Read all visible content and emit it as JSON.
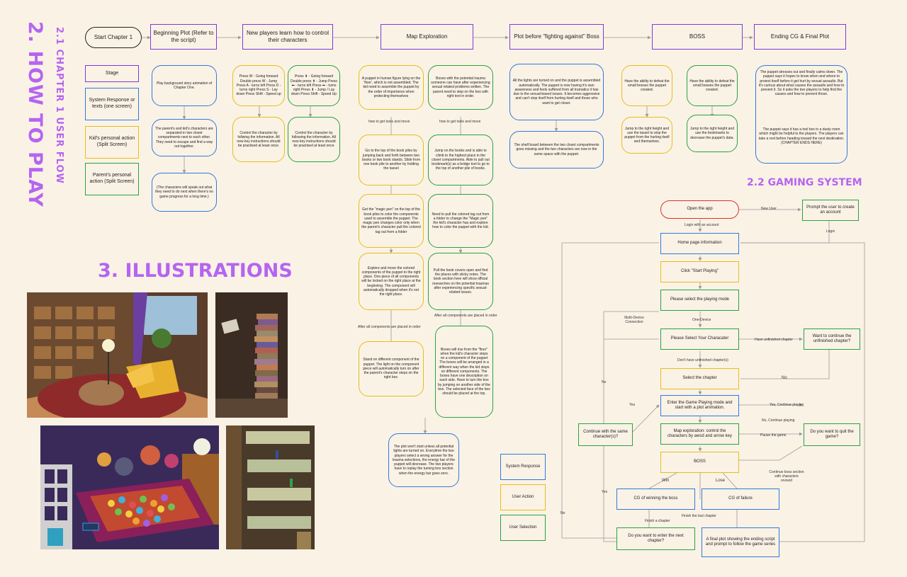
{
  "titles": {
    "how_to_play": "2. HOW TO PLAY",
    "user_flow": "2.1 CHAPTER 1 USER FLOW",
    "gaming_system": "2.2 GAMING SYSTEM",
    "illustrations": "3. ILLUSTRATIONS"
  },
  "legend": {
    "stage": "Stage",
    "system": "System Response or texts (one screen)",
    "kid": "Kid's personal action (Split Screen)",
    "parent": "Parent's personal action (Split Screen)"
  },
  "headers": {
    "start": "Start Chapter 1",
    "beginning": "Beginning Plot (Refer to the script)",
    "learn": "New players learn how to control their characters",
    "map": "Map Exploration",
    "plot_boss": "Plot before \"fighting against\" Boss",
    "boss": "BOSS",
    "ending": "Ending CG & Final Plot"
  },
  "flow": {
    "b1": "Play background story animation of Chapter One.",
    "b2": "The parent's and kid's characters are separated in two closet compartments next to each other. They need to escape and find a way out together.",
    "b3": "(The characters will speak out what they need to do next when there's no game progress for a long time.)",
    "l1": "Press W - Going forward Double press W - Jump Press A - turns left Press D - turns right Press S - Lay down Press Shift - Speed up",
    "l2": "Press ⬆ - Going forward Double press ⬆ - Jump Press ⬅ - turns left Press ➡ - turns right Press ⬇ - Jump / Lay down Press Shift - Speed Up",
    "l3": "Control the character by follwing the information. All new key instructions should be practised at least once.",
    "l4": "Control the character by following the information. All new key instructions should be practised at least once",
    "m1": "A puppet in human figure lying on the 'floor', which is not assembled. The kid need to assemble the puppet by the order of importance when protecting themselves",
    "m2": "Boxes with the potential trauma someone can have after experiencing sexual related problems written. The parent need to step on the box with right text in order.",
    "how1": "how to get tools and move",
    "how2": "how to get tools and move",
    "m3": "Go to the top of the book piles by jumping back and forth between two books or two book stands. Slide from one book pile to another by holding the tassel",
    "m4": "Jump on the books and is able to climb to the highest place in the closet compartments. Able to pull out bookmark(s) as a bridge tool to go to the top of another pile of books.",
    "m5": "Get the \"magic pen\" on the top of the book piles to color the components used to assemble the puppet. The magic pen changes color only when the parent's character pull the colored tag out from a folder",
    "m6": "Need to pull the colored tag out from a folder to change the \"Magic pen\" the kid's character has and explore how to color the puppet with the kid.",
    "m7": "Explore and move the colored components of the puppet to the right place. One piece of all components will be locked on the right place at the beginning. The component will automatically dropped when it's not the right place.",
    "m8": "Pull the book covers open and find the places with sticky notes. The book section here will show official researches on the potential traumas after experiencing specific sexual-related issues.",
    "after1": "After all components are placed in order",
    "after2": "After all components are placed in order",
    "m9": "Stand on different component of the puppet. The light on the component piece will automatically turn on after the parent's character steps on the right box.",
    "m10": "Boxes will rise from the \"floor\" when the kid's character steps on a component of the puppet The boxes will be arranged in a different way when the kid stops on different components. The boxes have one description on each side. Have to turn the box by jumping on another side of the box. The selected face of the box should be placed at the top.",
    "m11": "The plot won't start unless all potential lights are turned on. Everytime the two players select a wrong answer for the trauma selections, the energy bar of the puppet will decrease. The two players have to replay the turning box section when the energy bar goes zero.",
    "p1": "All the lights are turned on and the puppet is assembled automatically. The puppet is now having it's own awareness and feels suffered from all tramatics it has due to the sexual-based issues. It becomes aggressive and can't stop itself from hurting itself and those who want to get closer.",
    "p2": "The shelf board between the two closet compartments goes missing and the two characters are now in the same space with the puppet.",
    "bo1": "Have the ability to defeat the small bosses the puppet created.",
    "bo2": "Have the ability to defeat the small bosses the puppet created.",
    "bo3": "Jump to the right height and use the tassel to stop the puppet from the hurting itself and themselves.",
    "bo4": "Jump to the right height and use the bookmarks to decrease the puppet's data.",
    "e1": "The puppet stresses out and finally calms down. The puppet says it hopes to know when and where to protect itself before it get hurt by sexual assaults. But it's curious about what causes the assaults and how to prevent it. So it asks the two players to help find the causes and how to prevent those.",
    "e2": "The puppet says it has a tool box in a dusty room which might be helpful to the players. The players can take a rest before heading toward the next destination. (CHAPTER ENDS HERE)"
  },
  "gaming": {
    "open": "Open the app",
    "new_user": "New User",
    "prompt": "Prompt the user to create an account",
    "login_acc": "Login with an account",
    "login": "Login",
    "home": "Home page information",
    "start": "Click \"Start Playing\"",
    "mode": "Please select the playing mode",
    "multi": "Multi-Device Connection",
    "one": "One-Device",
    "character": "Please Select Your Characater",
    "have_unfinished": "Have unfinished chapter",
    "want_continue": "Want to continue the unfinished chapter?",
    "dont_have": "Don't have unfinished chapter(s)",
    "select_chapter": "Select the chapter",
    "no1": "No",
    "no2": "No",
    "no3": "No",
    "yes1": "Yes",
    "yes2": "Yes",
    "yes_continue": "Yes, Continue playing",
    "no_continue": "No, Continue playing",
    "enter_mode": "Enter the Game Playing mode and start with a plot animation.",
    "continue_same": "Continue with the same character(s)?",
    "map_ctrl": "Map exploration: control the characters by awsd and arrow key",
    "pause": "Pause the game",
    "quit": "Do you want to quit the game?",
    "boss": "BOSS",
    "continue_boss": "Continue boss section with characters revived",
    "win": "Win",
    "lose": "Lose",
    "cg_win": "CG of winning the boss",
    "cg_fail": "CG of failure",
    "finish_ch": "Finish a chapter",
    "finish_last": "Finish the last chapter",
    "next_ch": "Do you want to enter the next chapter?",
    "final_plot": "A final plot showing the ending script and prompt to follow the game series",
    "leg_sys": "System Response",
    "leg_action": "User Action",
    "leg_sel": "User Selection"
  },
  "colors": {
    "purple": "#7d3ad8",
    "blue": "#2f7bd9",
    "yellow": "#e3c017",
    "green": "#27a340",
    "red": "#d8342b",
    "title": "#b565f0",
    "bg": "#fbf2e6"
  }
}
